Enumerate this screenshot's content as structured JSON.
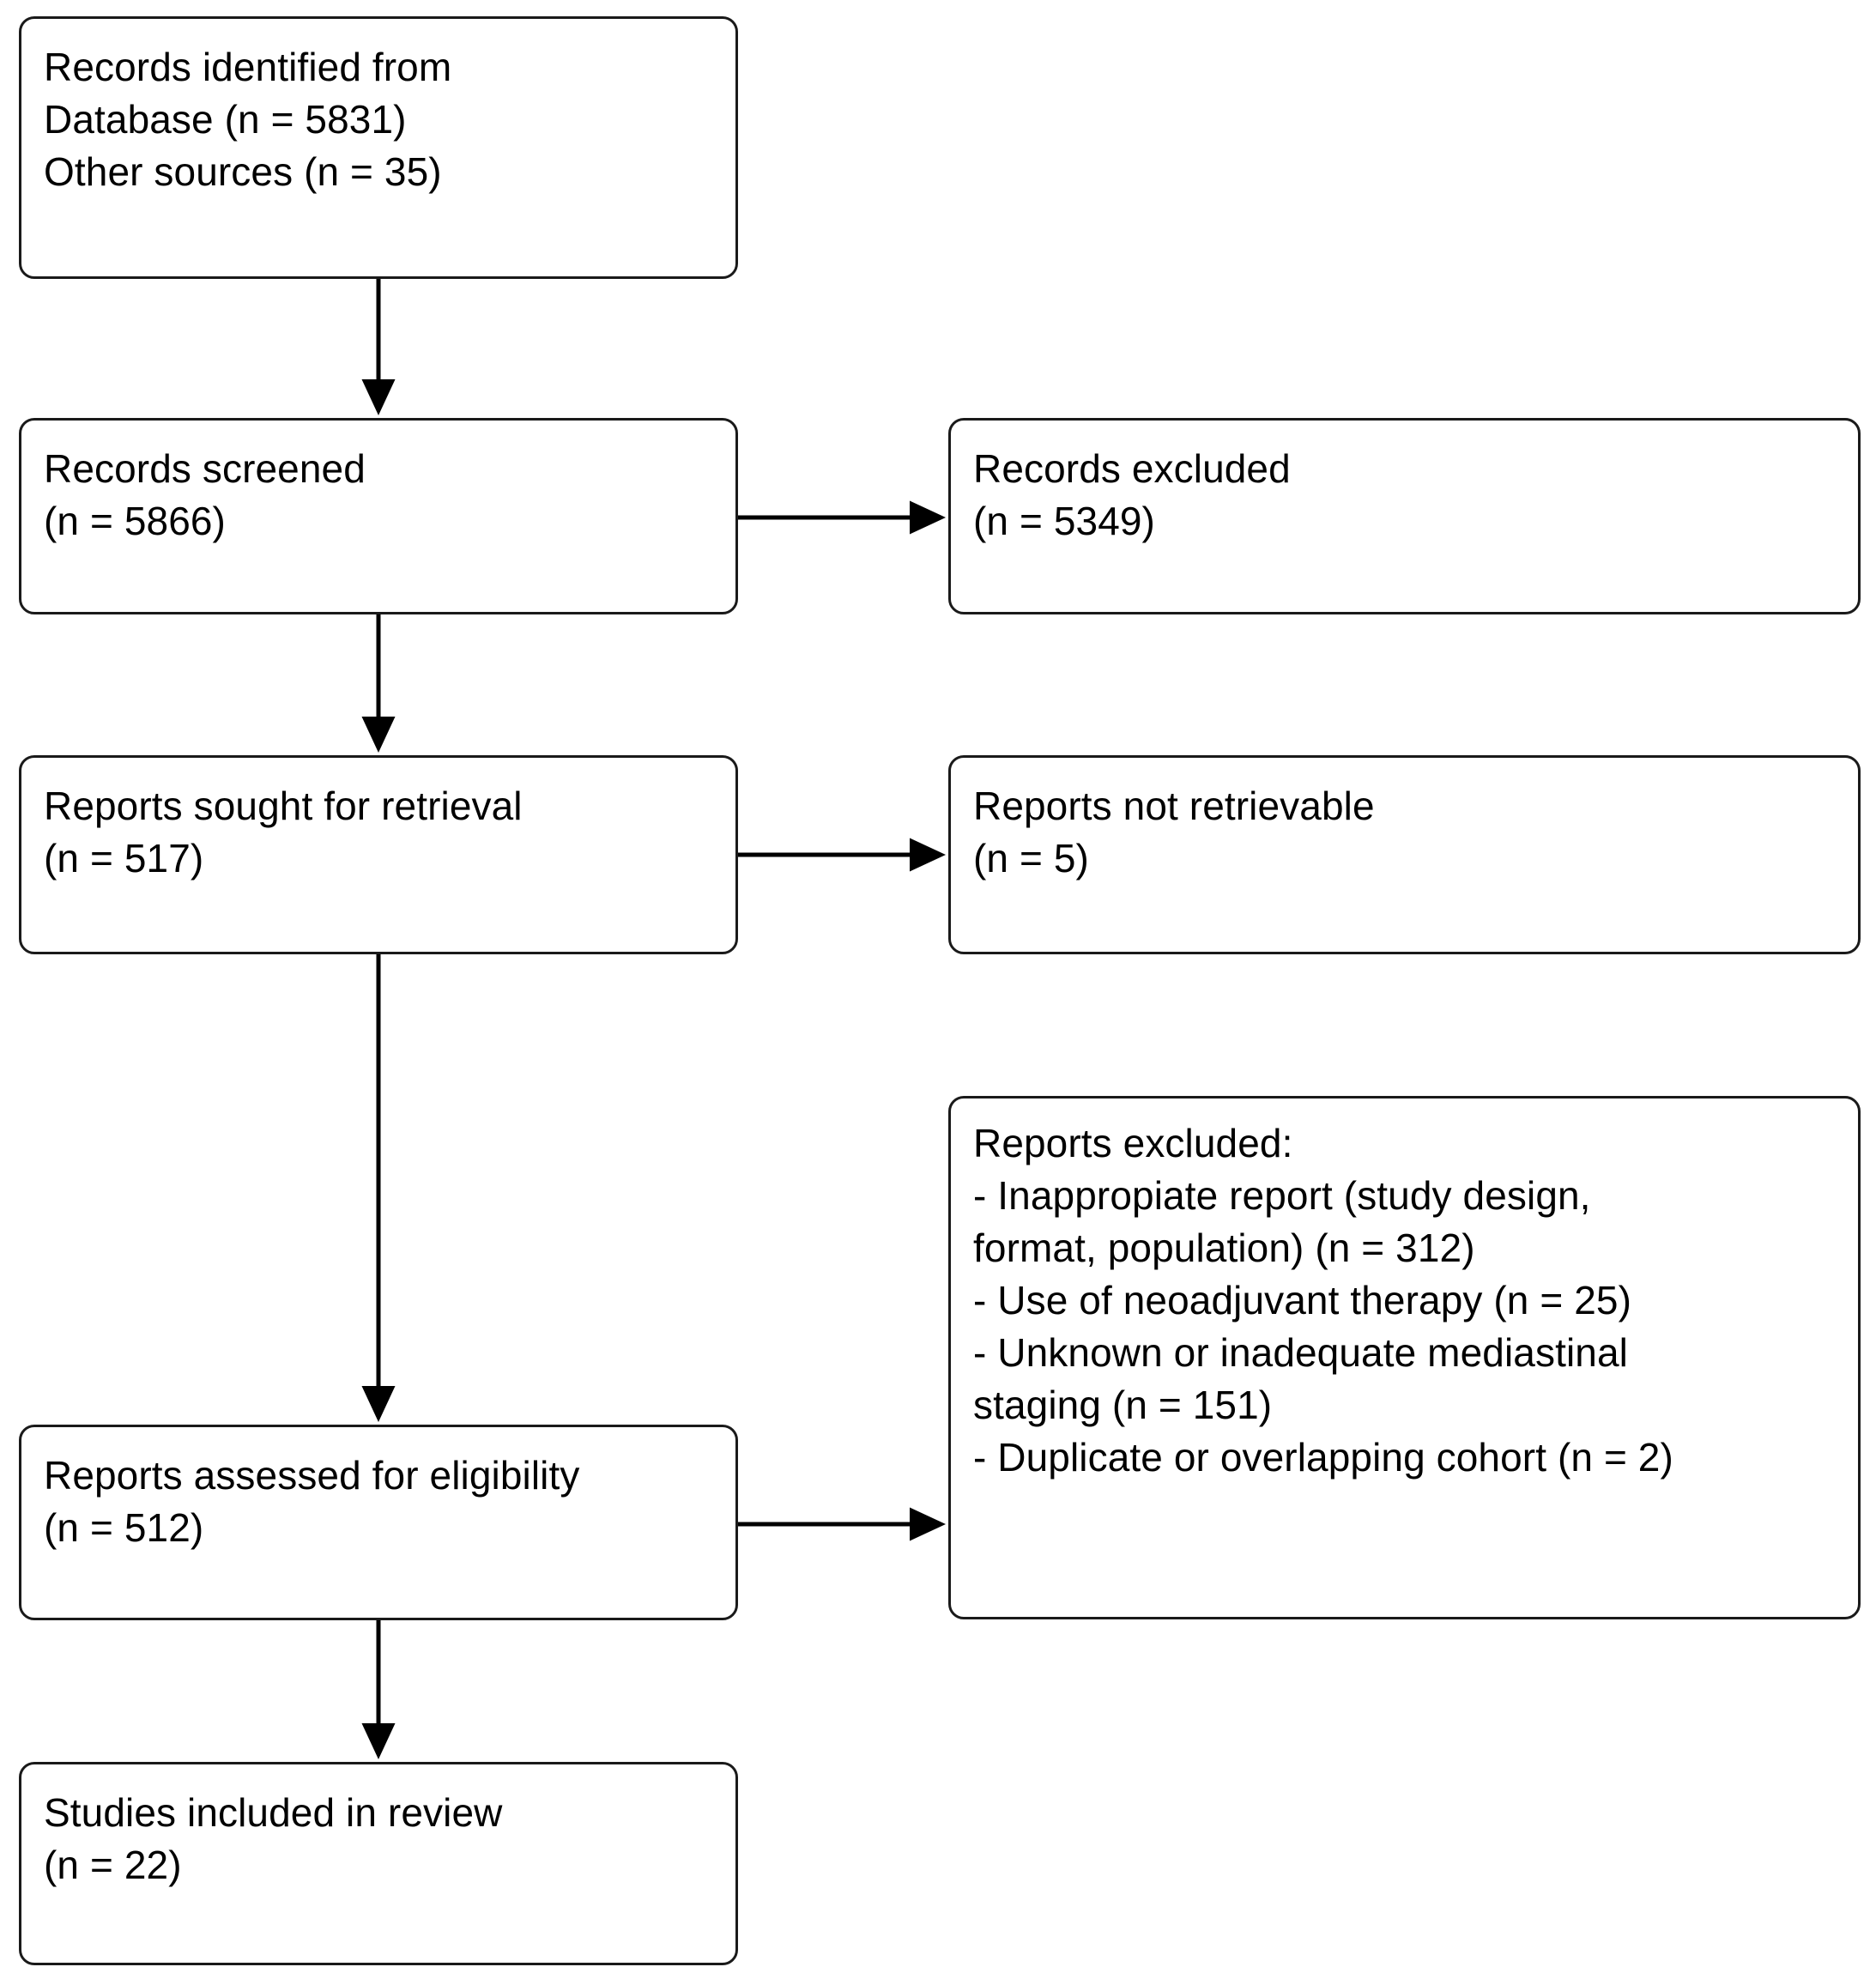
{
  "diagram": {
    "type": "prisma-flow-diagram",
    "colors": {
      "box_border": "#1a1a1a",
      "box_fill": "#ffffff",
      "text": "#000000",
      "connector": "#000000"
    },
    "nodes": {
      "identified": {
        "name": "records-identified",
        "lines": [
          "Records identified from",
          "Database (n = 5831)",
          "Other sources (n = 35)"
        ]
      },
      "screened": {
        "name": "records-screened",
        "lines": [
          "Records screened",
          "(n = 5866)"
        ]
      },
      "records_excluded": {
        "name": "records-excluded",
        "lines": [
          "Records excluded",
          "(n = 5349)"
        ]
      },
      "sought": {
        "name": "reports-sought-for-retrieval",
        "lines": [
          "Reports sought for retrieval",
          "(n = 517)"
        ]
      },
      "not_retrievable": {
        "name": "reports-not-retrievable",
        "lines": [
          "Reports not retrievable",
          "(n = 5)"
        ]
      },
      "reports_excluded": {
        "name": "reports-excluded",
        "lines": [
          "Reports excluded:",
          "- Inappropiate report (study design,",
          "format, population) (n = 312)",
          "- Use of neoadjuvant therapy (n = 25)",
          "- Unknown or inadequate mediastinal",
          "staging (n = 151)",
          "- Duplicate or overlapping cohort (n = 2)"
        ]
      },
      "assessed": {
        "name": "reports-assessed-for-eligibility",
        "lines": [
          "Reports assessed for eligibility",
          "(n = 512)"
        ]
      },
      "included": {
        "name": "studies-included-in-review",
        "lines": [
          "Studies included in review",
          "(n = 22)"
        ]
      }
    },
    "counts": {
      "database_records": 5831,
      "other_sources_records": 35,
      "records_screened": 5866,
      "records_excluded": 5349,
      "reports_sought": 517,
      "reports_not_retrievable": 5,
      "reports_assessed": 512,
      "excluded_inappropriate_report": 312,
      "excluded_neoadjuvant_therapy": 25,
      "excluded_inadequate_mediastinal_staging": 151,
      "excluded_duplicate_cohort": 2,
      "studies_included": 22
    }
  }
}
